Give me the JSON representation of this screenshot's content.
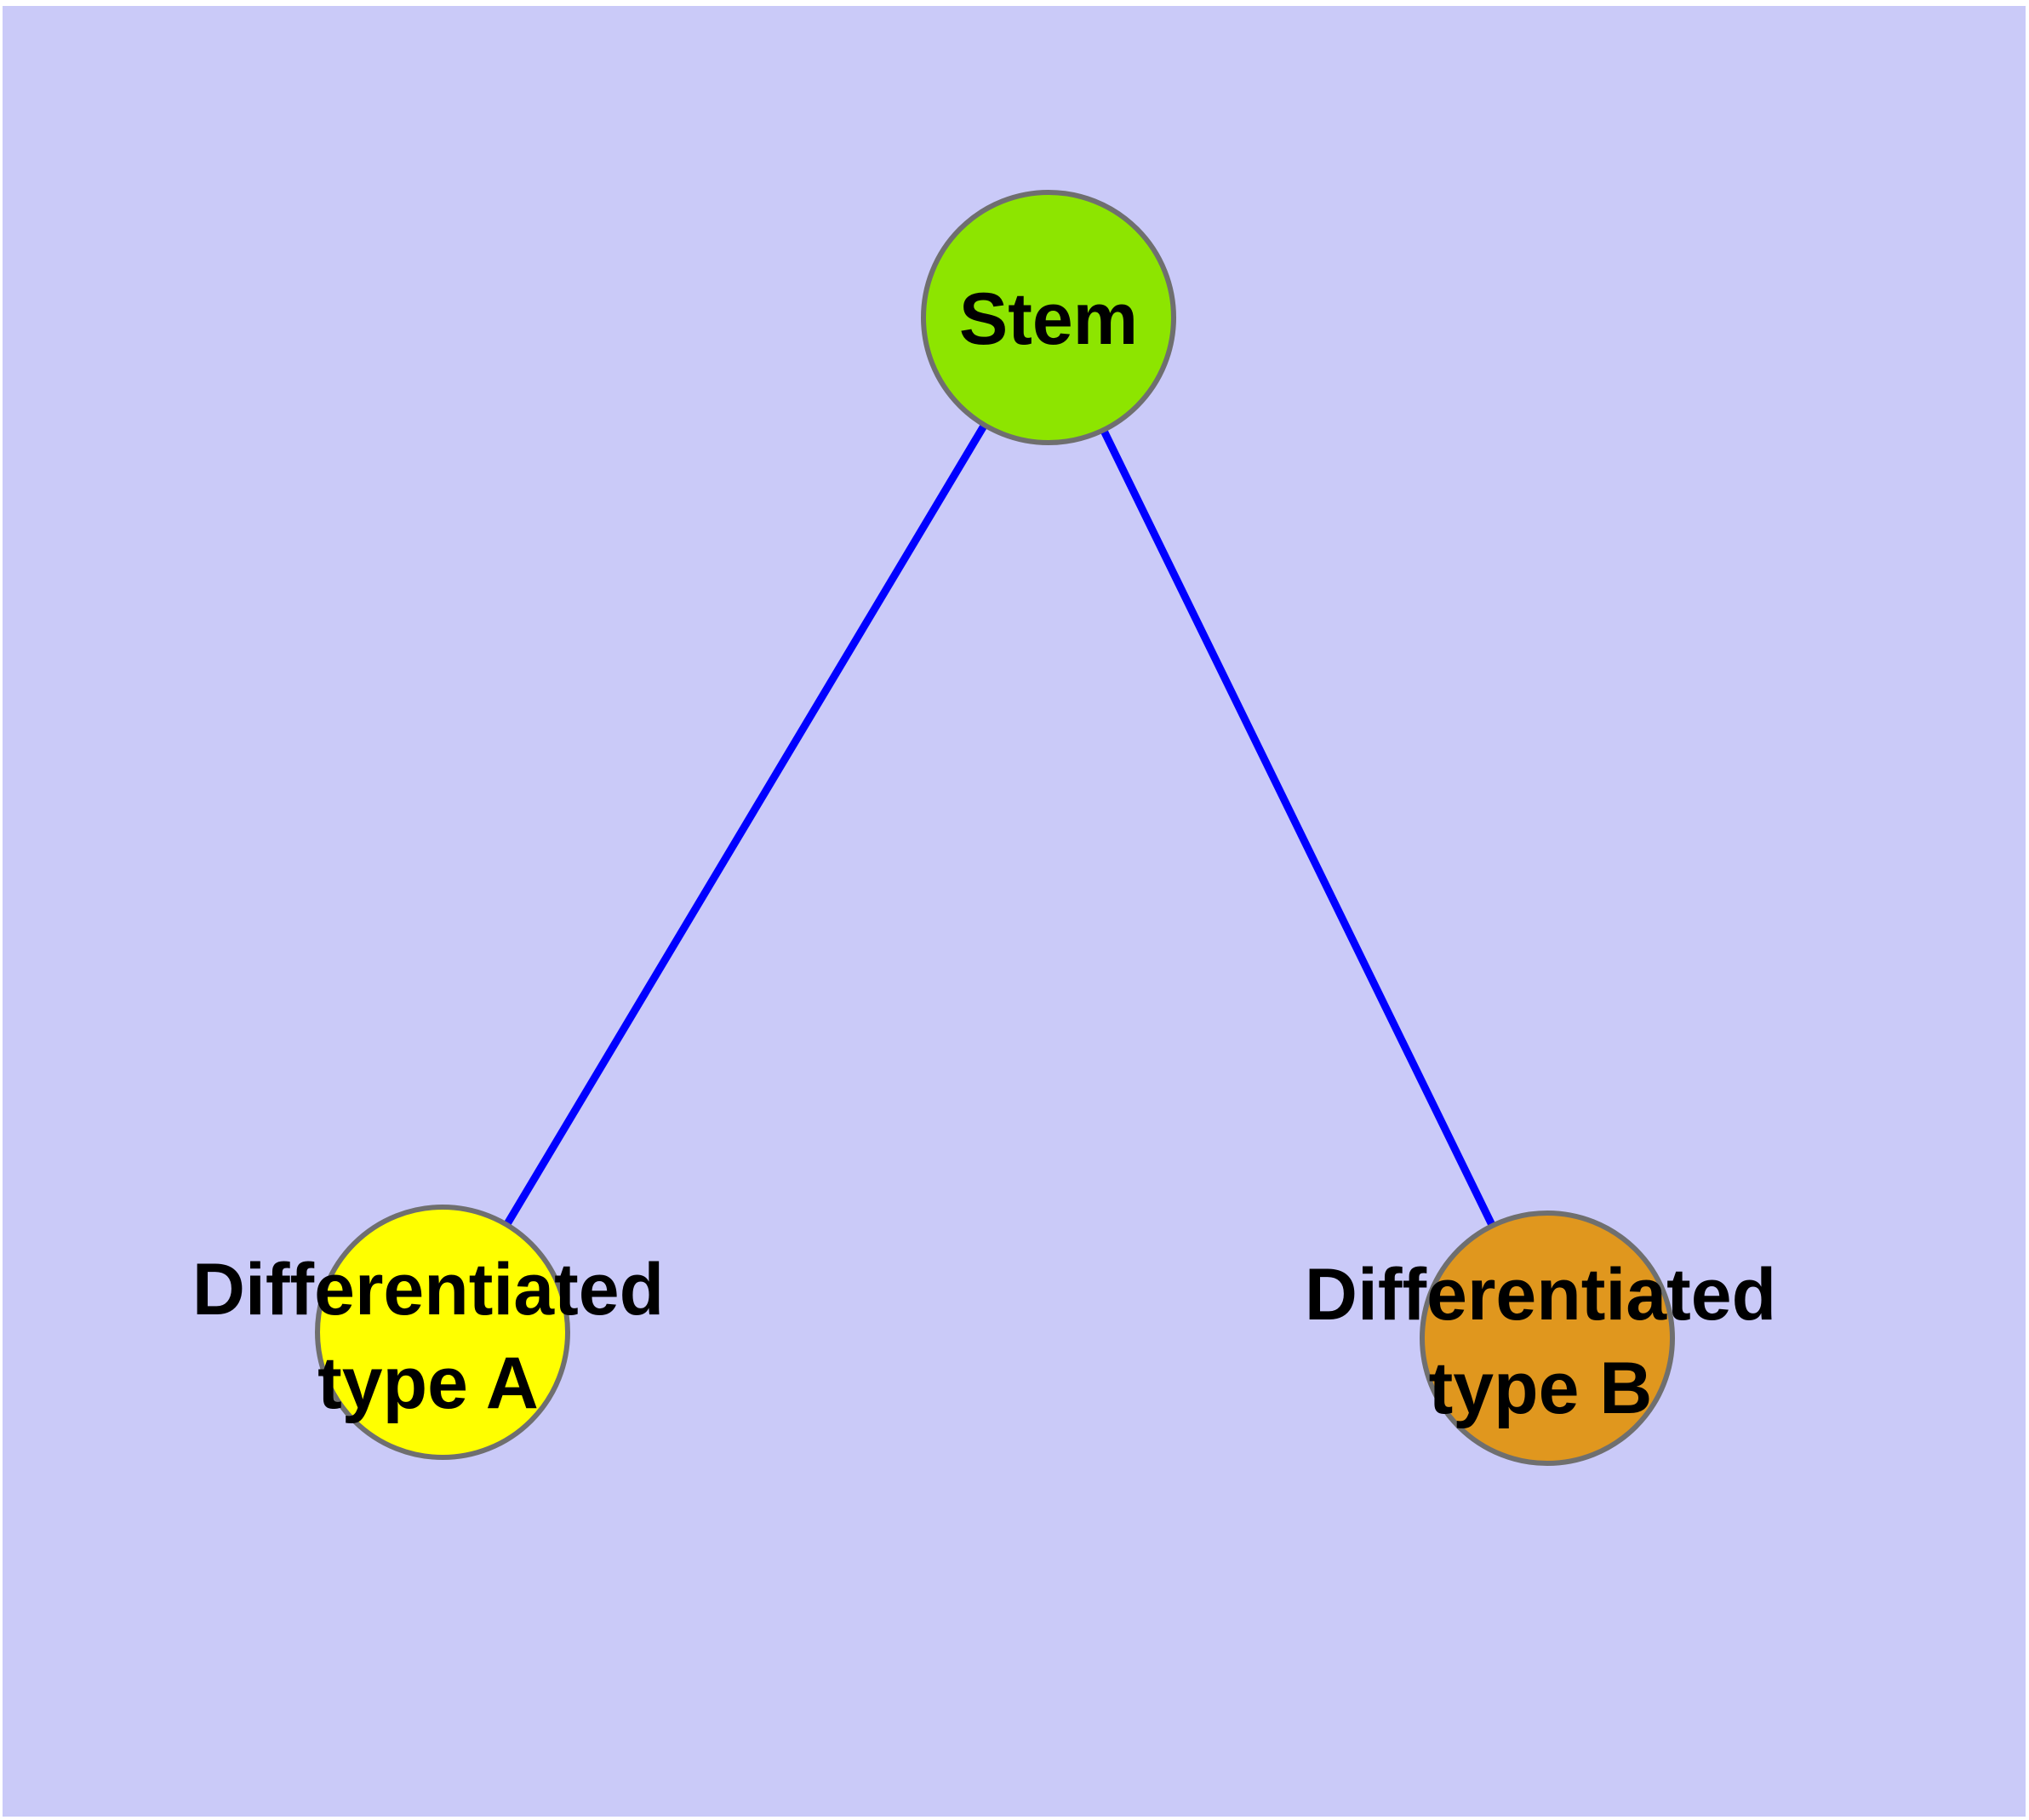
{
  "canvas": {
    "background_color": "#ffffff",
    "panel_color": "#cacaf8"
  },
  "graph": {
    "edge_color": "#0000ff",
    "node_border_color": "#6f6f6f",
    "label_color": "#000000",
    "nodes": [
      {
        "id": "stem",
        "label": "Stem",
        "color": "#8de500"
      },
      {
        "id": "differentiated-type-a",
        "label_line1": "Differentiated",
        "label_line2": "type A",
        "color": "#ffff00"
      },
      {
        "id": "differentiated-type-b",
        "label_line1": "Differentiated",
        "label_line2": "type B",
        "color": "#e0971e"
      }
    ],
    "edges": [
      {
        "from": "stem",
        "to": "differentiated-type-a"
      },
      {
        "from": "stem",
        "to": "differentiated-type-b"
      }
    ]
  }
}
